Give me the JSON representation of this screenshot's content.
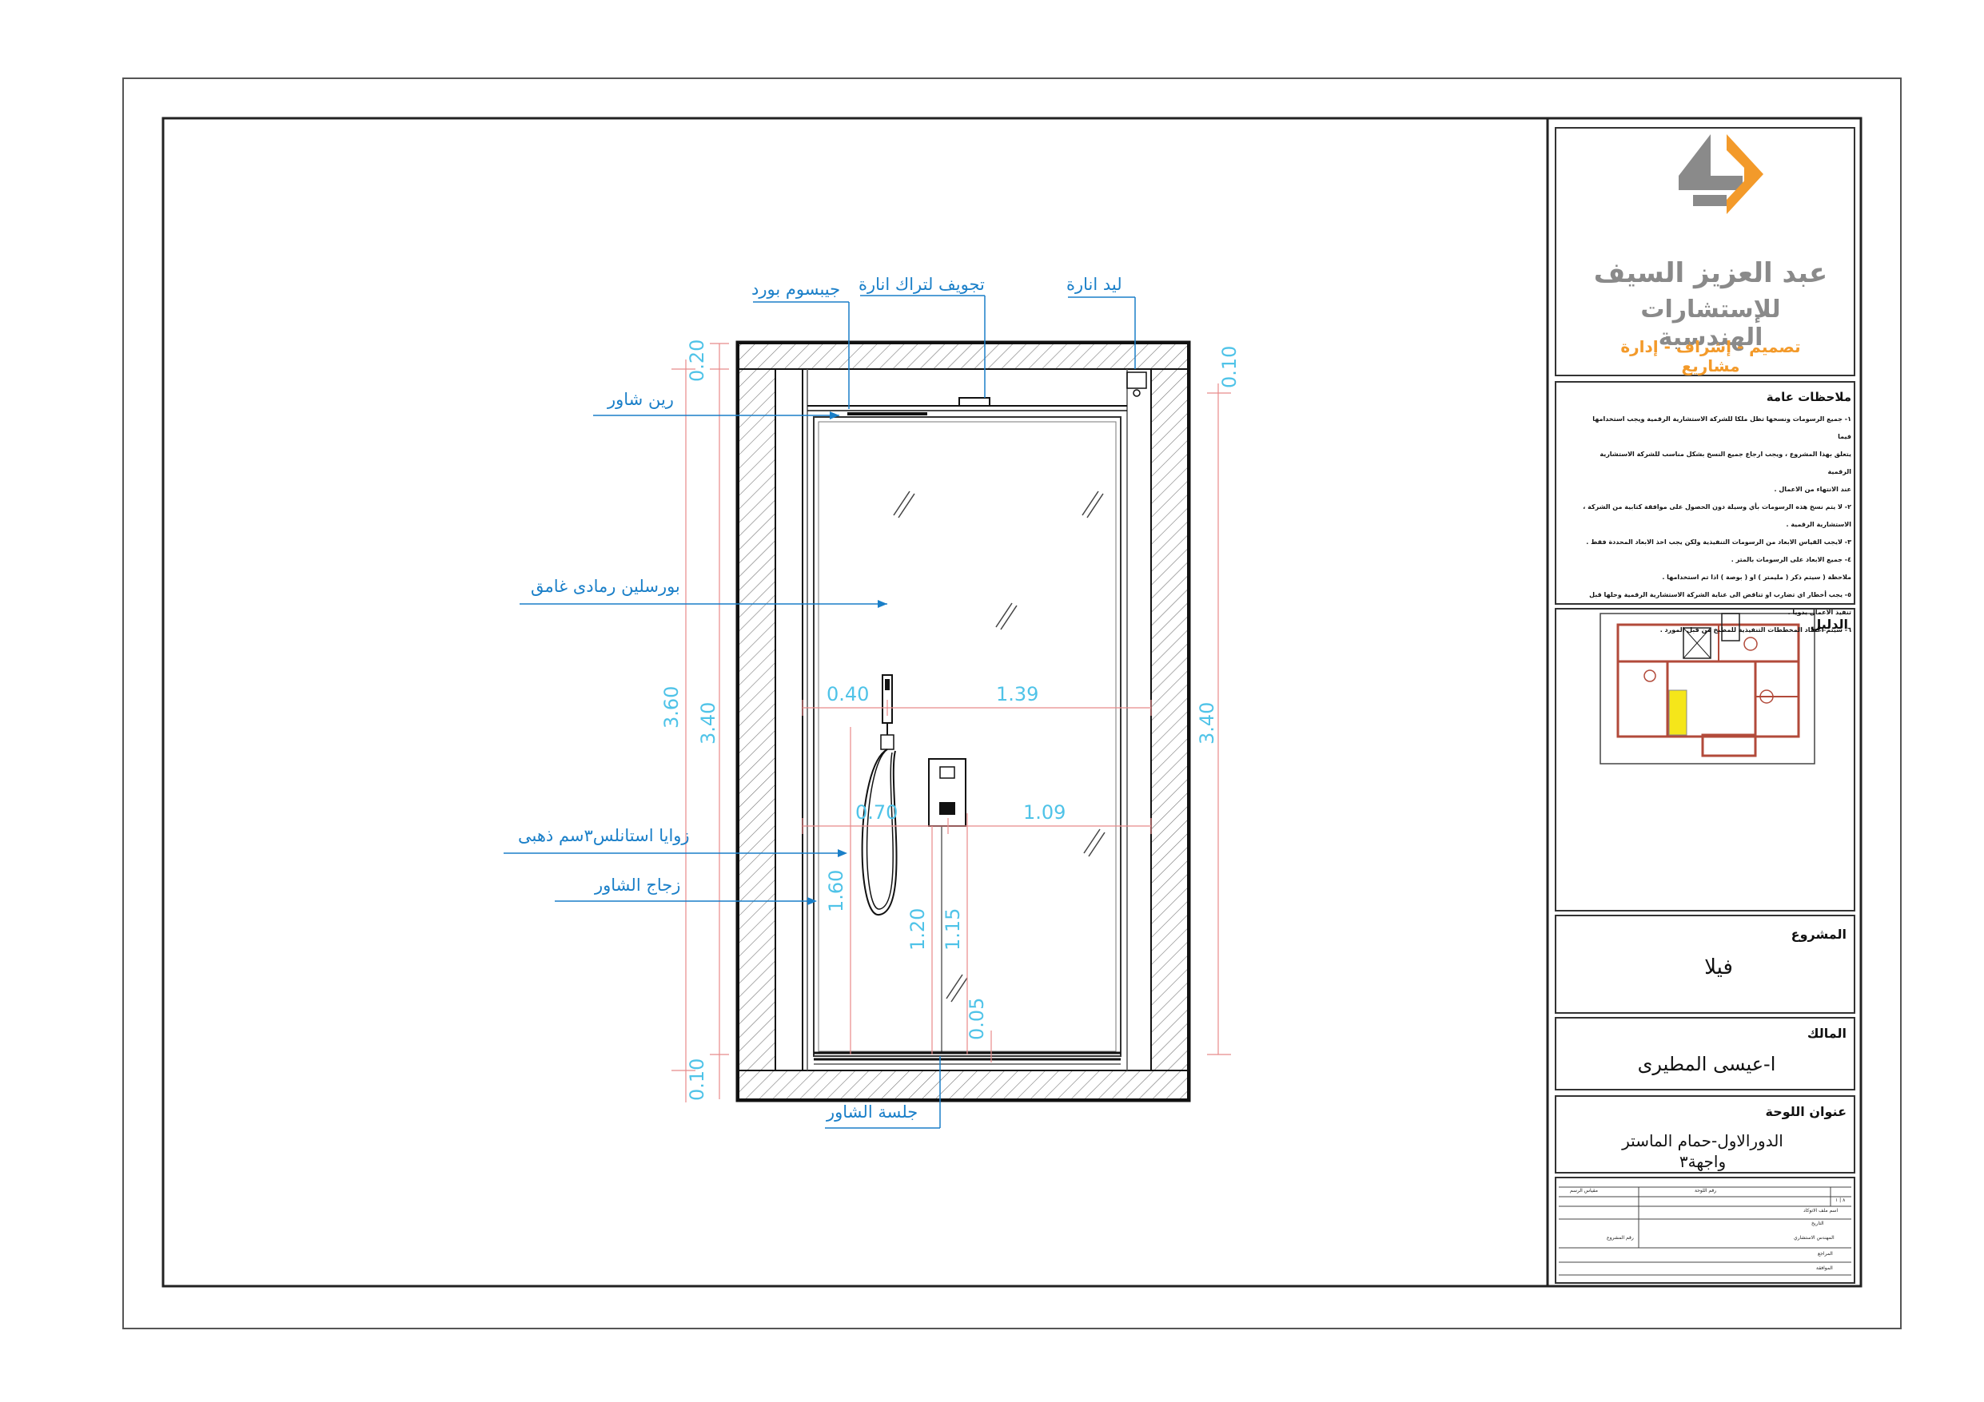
{
  "annotations": {
    "gypsum": "جيبسوم بورد",
    "track_recess": "تجويف لتراك انارة",
    "led": "ليد انارة",
    "shower_rain": "رين شاور",
    "porcelain": "بورسلين رمادى غامق",
    "stainless_angles": "زوايا استانلس٣سم ذهبى",
    "shower_glass": "زجاج الشاور",
    "shower_seat": "جلسة الشاور"
  },
  "dimensions": {
    "top_left": "0.20",
    "top_right": "0.10",
    "overall_left": "3.60",
    "inner_left": "3.40",
    "inner_right": "3.40",
    "bottom_left": "0.10",
    "h1_left": "0.40",
    "h1_right": "1.39",
    "h2_left": "0.70",
    "h2_right": "1.09",
    "v_160": "1.60",
    "v_120": "1.20",
    "v_115": "1.15",
    "v_005": "0.05"
  },
  "company": {
    "name_line1": "عبد العزيز السيف",
    "name_line2": "للإستشارات الهندسية",
    "tagline": "تصميم - إشراف - إدارة مشاريع"
  },
  "notes": {
    "title": "ملاحظات عامة",
    "items": [
      "١- جميع الرسومات ونسخها تظل ملكا للشركة الاستشارية الرقمية ويجب استخدامها فيما",
      "يتعلق بهذا المشروع ، ويجب ارجاع جميع النسخ بشكل مناسب للشركة الاستشارية الرقمية",
      "عند الانتهاء من الاعمال .",
      "٢- لا يتم نسخ هذه الرسومات بأي وسيلة دون الحصول على موافقة كتابية من الشركة ،",
      "الاستشارية الرقمية .",
      "٣- لايجب القياس الابعاد من الرسومات التنفيذية ولكن يجب اخذ الابعاد المحددة فقط .",
      "٤- جميع الابعاد على الرسومات بالمتر .",
      "ملاحظة ( سيتم ذكر ( مليمتر ) او ( بوصة ) اذا تم استخدامها .",
      "٥- يجب أخطار اي تضارب او تناقض الى عناية الشركة الاستشارية الرقمية وحلها قبل",
      "تنفيذ الاعمال يدويا .",
      "٦- سيتم اعتماد المخططات التنفيذية للمطبخ من قبل المورد ."
    ]
  },
  "guide_label": "الدليل",
  "project": {
    "label": "المشروع",
    "value": "فيلا"
  },
  "owner": {
    "label": "المالك",
    "value": "ا-عيسى المطيرى"
  },
  "sheet": {
    "label": "عنوان اللوحة",
    "line1": "الدورالاول-حمام الماستر",
    "line2": "واجهة٣"
  },
  "table": {
    "sheet_no_label": "رقم اللوحة",
    "scale_label": "مقياس الرسم",
    "sheet_no_value": "٨ | ١",
    "file_name_label": "اسم ملف الاتوكاد",
    "date_label": "التاريخ",
    "consultant_label": "المهندس الاستشاري",
    "project_no_label": "رقم المشروع",
    "reviewer_label": "المراجع",
    "approval_label": "الموافقة"
  },
  "colors": {
    "annotation": "#1a7fc8",
    "dimension_text": "#4fc3e8",
    "dimension_line": "#e88a8a",
    "logo_orange": "#f39a2a",
    "logo_gray": "#8a8a8a",
    "highlight_room": "#f5e61a"
  }
}
